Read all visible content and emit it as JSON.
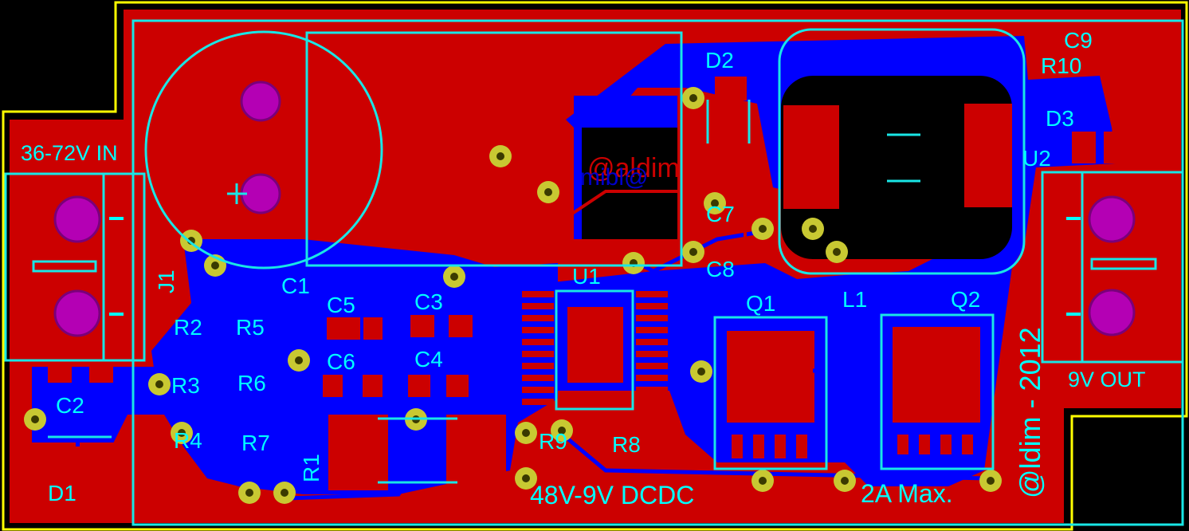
{
  "board": {
    "colors": {
      "background": "#000000",
      "top_copper": "#cc0000",
      "bottom_copper": "#0000ff",
      "silkscreen": "#00ffff",
      "outline": "#ffff00",
      "pad": "#c8c832",
      "through_hole": "#b400b4"
    },
    "labels": {
      "input": "36-72V IN",
      "output": "9V OUT",
      "title": "48V-9V DCDC",
      "max_current": "2A Max.",
      "author": "@ldim - 2012",
      "copper_text": "@aldim",
      "copper_text_mirrored": "mibl@",
      "minus_sign": "-"
    },
    "components": {
      "J1": "J1",
      "J2": "U2",
      "C1": "C1",
      "C2": "C2",
      "C3": "C3",
      "C4": "C4",
      "C5": "C5",
      "C6": "C6",
      "C7": "C7",
      "C8": "C8",
      "C9": "C9",
      "D1": "D1",
      "D2": "D2",
      "D3": "D3",
      "R1": "R1",
      "R2": "R2",
      "R3": "R3",
      "R4": "R4",
      "R5": "R5",
      "R6": "R6",
      "R7": "R7",
      "R8": "R8",
      "R9": "R9",
      "R10": "R10",
      "U1": "U1",
      "Q1": "Q1",
      "Q2": "Q2",
      "L1": "L1"
    }
  }
}
